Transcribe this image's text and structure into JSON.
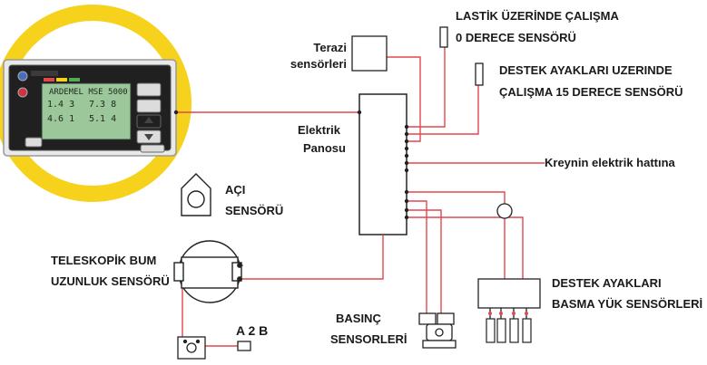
{
  "colors": {
    "wire": "#e2474d",
    "outline": "#222222",
    "ring": "#f6d21c",
    "screen": "#9cc79a",
    "device": "#e8e8e8"
  },
  "labels": {
    "lastik_1": "LASTİK ÜZERİNDE ÇALIŞMA",
    "lastik_2": "0 DERECE SENSÖRÜ",
    "destek_calisma_1": "DESTEK AYAKLARI UZERINDE",
    "destek_calisma_2": "ÇALIŞMA 15 DERECE SENSÖRÜ",
    "terazi_1": "Terazi",
    "terazi_2": "sensörleri",
    "panel_1": "Elektrik",
    "panel_2": "Panosu",
    "kreyn": "Kreynin elektrik hattına",
    "aci_1": "AÇI",
    "aci_2": "SENSÖRÜ",
    "teleskopik_1": "TELESKOPİK BUM",
    "teleskopik_2": "UZUNLUK SENSÖRÜ",
    "a2b": "A 2 B",
    "basinc_1": "BASINÇ",
    "basinc_2": "SENSORLERİ",
    "destek_basma_1": "DESTEK AYAKLARI",
    "destek_basma_2": "BASMA YÜK SENSÖRLERİ"
  },
  "device": {
    "brand": "ARDEMEL MSE 5000",
    "readouts": [
      "1.4 3",
      "7.3 8",
      "4.6 1",
      "5.1 4"
    ]
  }
}
